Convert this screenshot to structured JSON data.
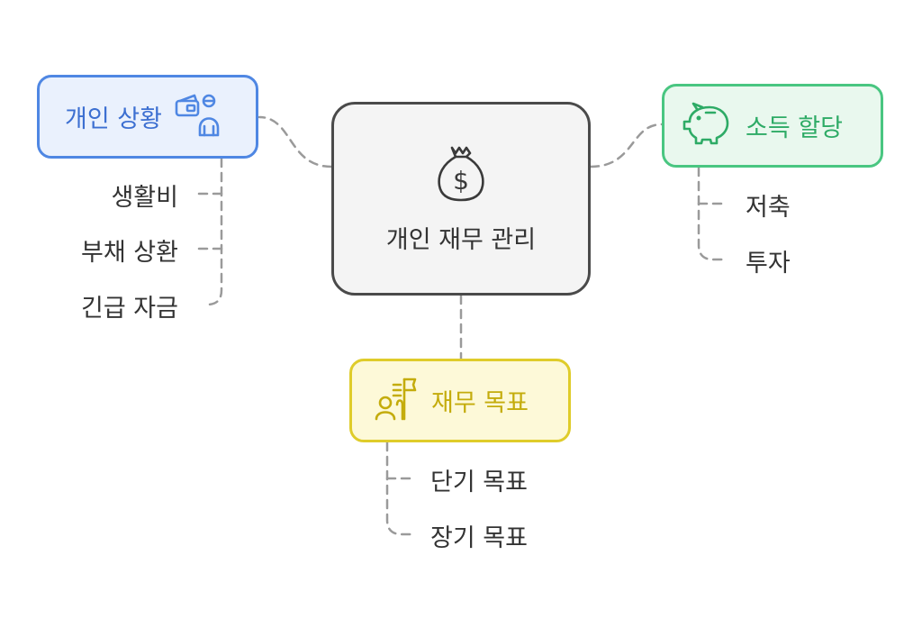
{
  "center": {
    "label": "개인 재무 관리",
    "icon": "money-bag-icon"
  },
  "branches": {
    "personal_situation": {
      "label": "개인 상황",
      "icon": "wallet-person-icon",
      "color": "#4f87e3",
      "items": [
        "생활비",
        "부채 상환",
        "긴급 자금"
      ]
    },
    "income_allocation": {
      "label": "소득 할당",
      "icon": "piggy-bank-icon",
      "color": "#49c681",
      "items": [
        "저축",
        "투자"
      ]
    },
    "financial_goals": {
      "label": "재무 목표",
      "icon": "goal-flag-person-icon",
      "color": "#dfcc2a",
      "items": [
        "단기 목표",
        "장기 목표"
      ]
    }
  }
}
